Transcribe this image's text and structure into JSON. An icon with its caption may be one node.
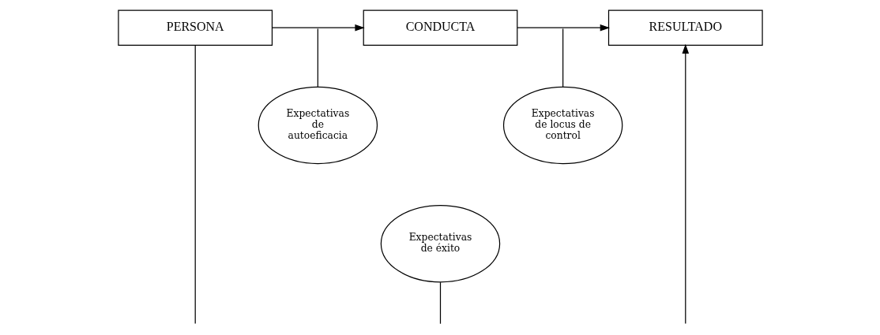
{
  "diagram": {
    "nodes": [
      {
        "text": [
          "PERSONA"
        ]
      },
      {
        "text": [
          "CONDUCTA"
        ]
      },
      {
        "text": [
          "RESULTADO"
        ]
      },
      {
        "text": [
          "Expectativas de autoeficacia"
        ]
      },
      {
        "text": [
          "Expectativas de locus de control"
        ]
      },
      {
        "text": [
          "Expectativas de éxito"
        ]
      }
    ],
    "edges": [
      {
        "from": 0,
        "to": 1,
        "arrow": "to"
      },
      {
        "from": 1,
        "to": 2,
        "arrow": "to"
      },
      {
        "from": 3,
        "to": null,
        "arrow": "none"
      },
      {
        "from": 4,
        "to": null,
        "arrow": "none"
      },
      {
        "from": 0,
        "to": null,
        "arrow": "none"
      },
      {
        "from": 5,
        "to": null,
        "arrow": "none"
      },
      {
        "from": null,
        "to": 2,
        "arrow": "to"
      }
    ]
  }
}
